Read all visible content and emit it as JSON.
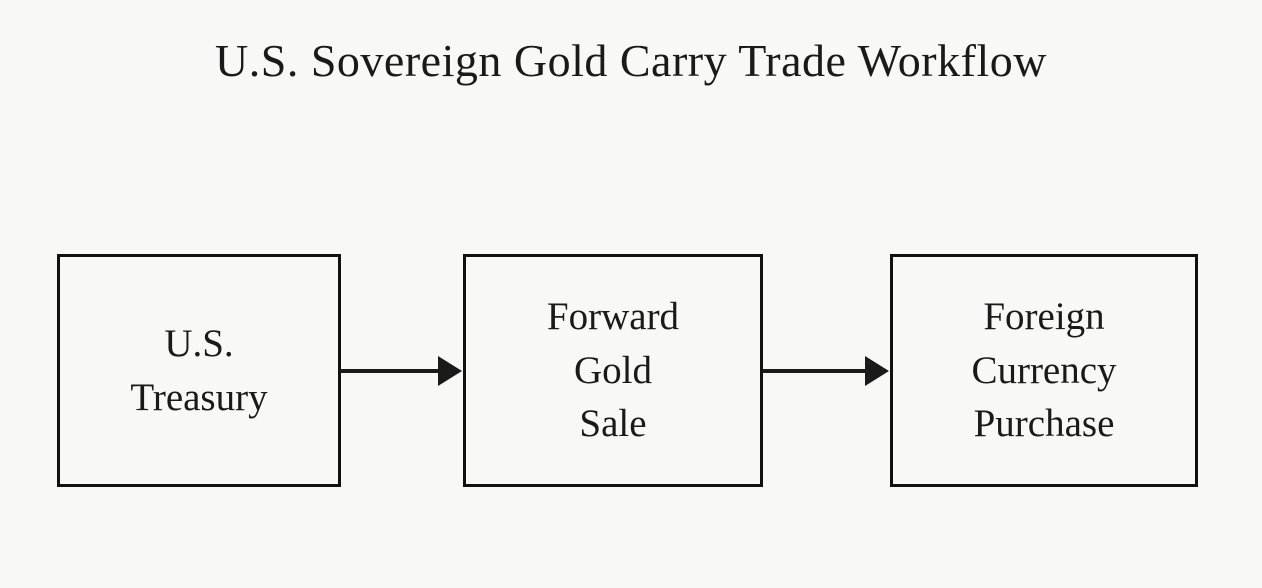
{
  "title": "U.S. Sovereign Gold Carry Trade Workflow",
  "diagram": {
    "type": "flowchart",
    "direction": "left-to-right",
    "nodes": [
      {
        "id": "us-treasury",
        "label": "U.S.\nTreasury"
      },
      {
        "id": "forward-gold-sale",
        "label": "Forward\nGold\nSale"
      },
      {
        "id": "foreign-currency-purchase",
        "label": "Foreign\nCurrency\nPurchase"
      }
    ],
    "edges": [
      {
        "from": "us-treasury",
        "to": "forward-gold-sale"
      },
      {
        "from": "forward-gold-sale",
        "to": "foreign-currency-purchase"
      }
    ]
  },
  "colors": {
    "ink": "#1a1a1a",
    "background": "#f8f8f7",
    "box-border": "#111111"
  }
}
